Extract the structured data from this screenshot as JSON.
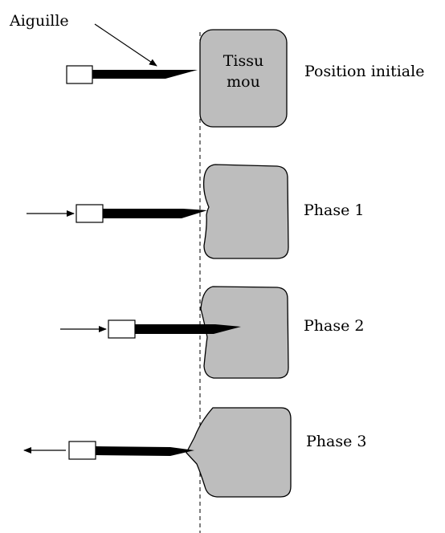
{
  "labels": {
    "needle_callout": "Aiguille",
    "tissue_line1": "Tissu",
    "tissue_line2": "mou"
  },
  "steps": [
    {
      "label": "Position initiale",
      "push_arrow": "none"
    },
    {
      "label": "Phase 1",
      "push_arrow": "right"
    },
    {
      "label": "Phase 2",
      "push_arrow": "right"
    },
    {
      "label": "Phase 3",
      "push_arrow": "left"
    }
  ]
}
